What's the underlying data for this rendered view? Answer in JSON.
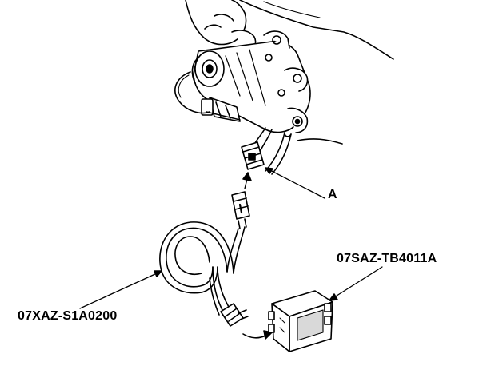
{
  "callouts": {
    "part_a": "A",
    "harness_tool": "07XAZ-S1A0200",
    "test_box": "07SAZ-TB4011A"
  },
  "colors": {
    "ink": "#000000",
    "paper": "#ffffff",
    "shade": "#d9d9d9"
  },
  "figure": {
    "components": [
      "actuator-assembly",
      "connector-a",
      "adapter-plug",
      "test-harness-cable",
      "test-box"
    ]
  }
}
